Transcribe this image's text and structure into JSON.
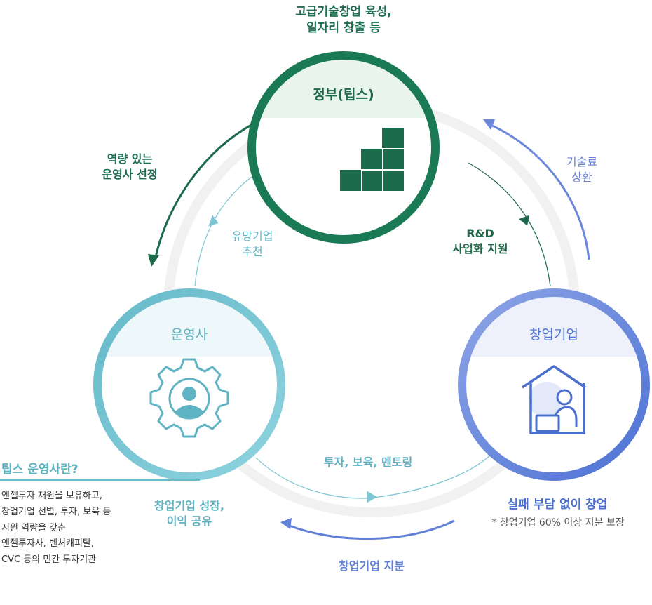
{
  "government": {
    "title": "정부(팁스)",
    "top_caption": "고급기술창업 육성,\n일자리 창출 등"
  },
  "operator": {
    "title": "운영사"
  },
  "startup": {
    "title": "창업기업",
    "benefit": "실패 부담 없이 창업",
    "benefit_note": "* 창업기업 60% 이상 지분 보장"
  },
  "flows": {
    "select_operator": "역량 있는\n운영사 선정",
    "recommend": "유망기업\n추천",
    "rnd": "R&D\n사업화 지원",
    "royalty": "기술료\n상환",
    "invest": "투자, 보육, 멘토링",
    "growth": "창업기업 성장,\n이익 공유",
    "equity": "창업기업 지분"
  },
  "tips_info": {
    "title": "팁스 운영사란?",
    "description": "엔젤투자 재원을 보유하고,\n창업기업 선별, 투자, 보육 등\n지원 역량을 갖춘\n엔젤투자사, 벤처캐피탈,\nCVC 등의 민간 투자기관"
  },
  "colors": {
    "gov_green": "#1b7a56",
    "operator_teal": "#67bccb",
    "startup_blue": "#5b80da",
    "background_ring": "#f2f2f2"
  },
  "icons": {
    "government": "stair-blocks-icon",
    "operator": "gear-person-icon",
    "startup": "house-laptop-person-icon"
  }
}
